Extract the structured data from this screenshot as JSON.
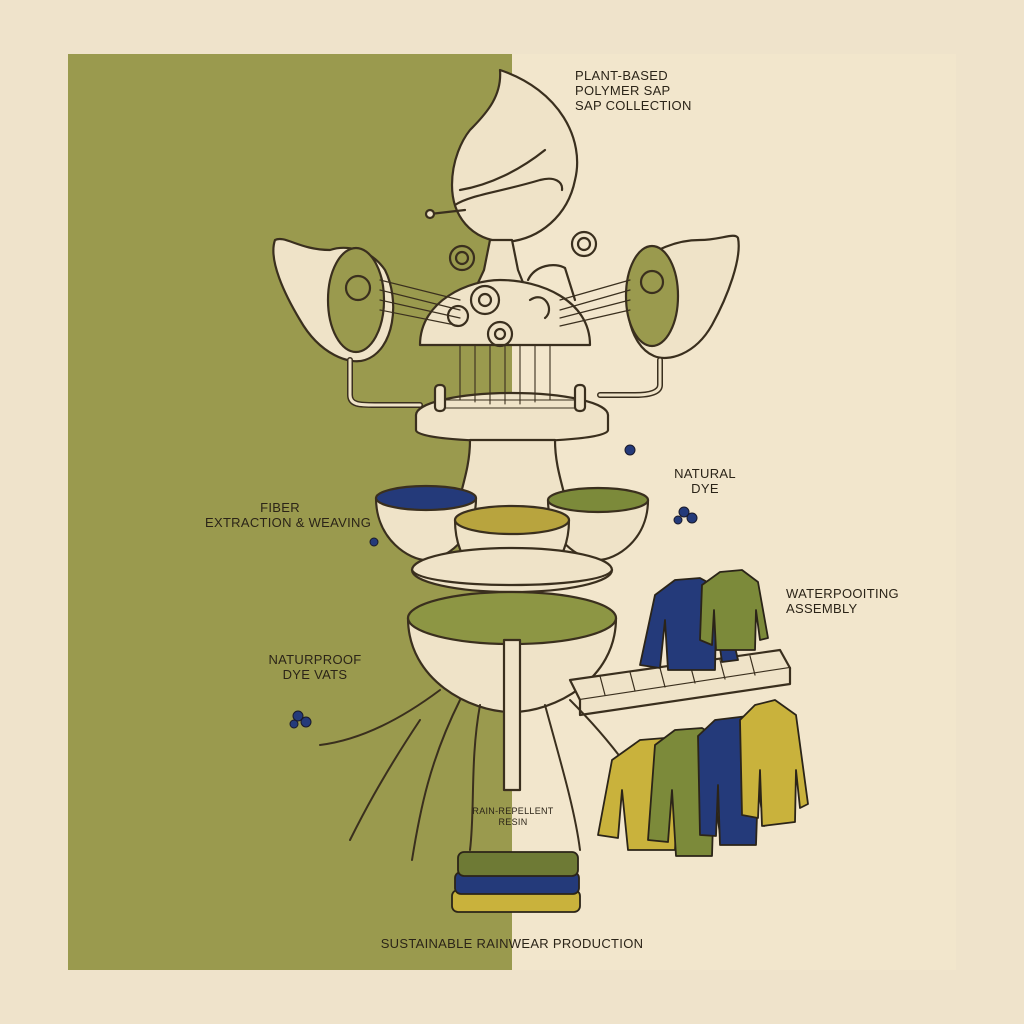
{
  "labels": {
    "sap_line1": "PLANT-BASED",
    "sap_line2": "POLYMER SAP",
    "sap_line3": "SAP COLLECTION",
    "fiber_line1": "FIBER",
    "fiber_line2": "EXTRACTION & WEAVING",
    "dye_line1": "NATURAL",
    "dye_line2": "DYE",
    "assembly_line1": "WATERPOOITING",
    "assembly_line2": "ASSEMBLY",
    "vats_line1": "NATURPROOF",
    "vats_line2": "DYE VATS",
    "resin_line1": "RAIN-REPELLENT",
    "resin_line2": "RESIN",
    "title": "SUSTAINABLE RAINWEAR PRODUCTION"
  },
  "colors": {
    "olive": "#9a9a4e",
    "cream": "#f2e6cc",
    "ink": "#2b2418",
    "navy": "#243a7a",
    "mustard": "#c9b23c",
    "moss": "#7c8a3a"
  }
}
